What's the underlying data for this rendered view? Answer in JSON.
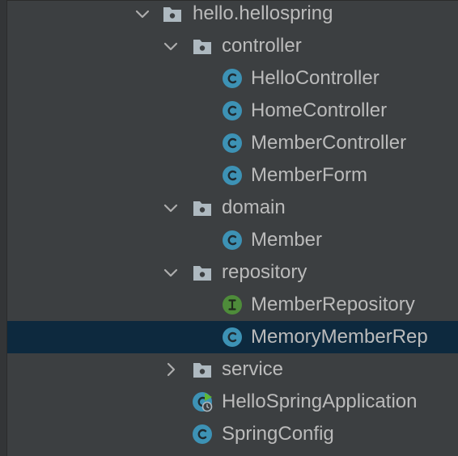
{
  "tree": {
    "package": {
      "label": "hello.hellospring",
      "icon": "package-folder-icon"
    },
    "controller": {
      "label": "controller",
      "classes": [
        "HelloController",
        "HomeController",
        "MemberController",
        "MemberForm"
      ]
    },
    "domain": {
      "label": "domain",
      "classes": [
        "Member"
      ]
    },
    "repository": {
      "label": "repository",
      "interface": "MemberRepository",
      "selected_class": "MemoryMemberRep"
    },
    "service": {
      "label": "service",
      "expanded": false
    },
    "application": {
      "label": "HelloSpringApplication"
    },
    "config": {
      "label": "SpringConfig"
    }
  },
  "colors": {
    "background": "#3c3f41",
    "text": "#bbbbbb",
    "selection": "#0d293e",
    "folder": "#aeb9c0",
    "class_icon": "#3d92b5",
    "interface_icon": "#4e8c3a",
    "run_badge": "#5fb832"
  }
}
